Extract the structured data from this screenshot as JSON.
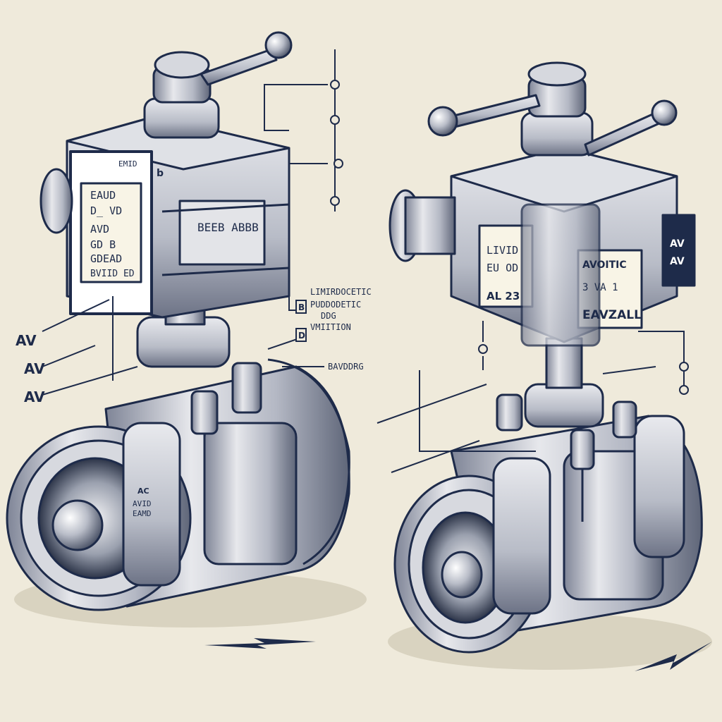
{
  "left_valve": {
    "actuator_tag_top": "EMID",
    "actuator_tag_small": "b",
    "side_plate_lines": [
      "EAUD",
      "D_ VD",
      "AVD",
      "GD B",
      "GDEAD",
      "BVIID ED"
    ],
    "center_plate": "BEEB ABBB",
    "body_stamp": [
      "AC",
      "AVID",
      "EAMD"
    ],
    "callouts": [
      {
        "marker": "B",
        "text": "LIMIRDOCETIC"
      },
      {
        "marker": "",
        "text": "PUDDODETIC"
      },
      {
        "marker": "",
        "text": "DDG"
      },
      {
        "marker": "D",
        "text": "VMIITION"
      }
    ],
    "body_callout": "BAVDDRG",
    "left_labels": [
      "AV",
      "AV",
      "AV"
    ]
  },
  "right_valve": {
    "left_plate_lines": [
      "LIVID",
      "EU OD",
      "AL 23"
    ],
    "right_plate_lines": [
      "AVOITIC",
      "3 VA 1",
      "EAVZALL"
    ],
    "side_tag_lines": [
      "AV",
      "AV"
    ]
  },
  "colors": {
    "paper": "#efeadb",
    "ink": "#1e2b4a",
    "metal": "#c9ccd3",
    "shadow": "#8a90a0"
  }
}
